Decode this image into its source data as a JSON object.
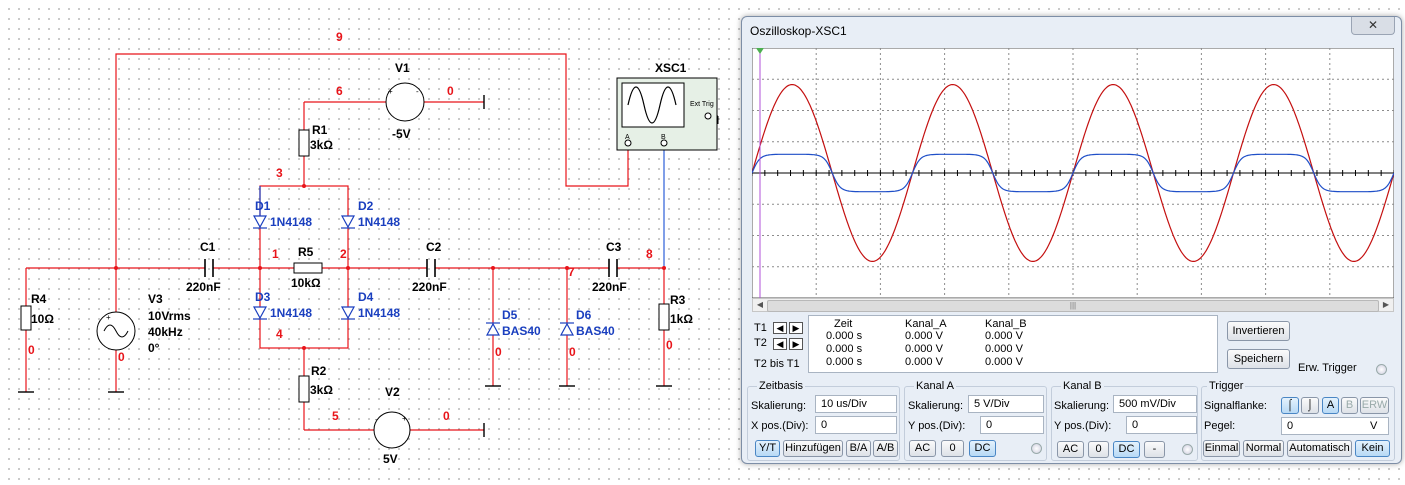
{
  "schematic": {
    "components": {
      "r1": {
        "name": "R1",
        "value": "3kΩ"
      },
      "r2": {
        "name": "R2",
        "value": "3kΩ"
      },
      "r3": {
        "name": "R3",
        "value": "1kΩ"
      },
      "r4": {
        "name": "R4",
        "value": "10Ω"
      },
      "r5": {
        "name": "R5",
        "value": "10kΩ"
      },
      "c1": {
        "name": "C1",
        "value": "220nF"
      },
      "c2": {
        "name": "C2",
        "value": "220nF"
      },
      "c3": {
        "name": "C3",
        "value": "220nF"
      },
      "d1": {
        "name": "D1",
        "value": "1N4148"
      },
      "d2": {
        "name": "D2",
        "value": "1N4148"
      },
      "d3": {
        "name": "D3",
        "value": "1N4148"
      },
      "d4": {
        "name": "D4",
        "value": "1N4148"
      },
      "d5": {
        "name": "D5",
        "value": "BAS40"
      },
      "d6": {
        "name": "D6",
        "value": "BAS40"
      },
      "v1": {
        "name": "V1",
        "value": "-5V"
      },
      "v2": {
        "name": "V2",
        "value": "5V"
      },
      "v3": {
        "name": "V3",
        "line1": "10Vrms",
        "line2": "40kHz",
        "line3": "0°"
      },
      "xsc1": {
        "name": "XSC1",
        "ext_trig": "Ext Trig",
        "ch_a": "A",
        "ch_b": "B"
      }
    },
    "nets": {
      "n9": "9",
      "n6": "6",
      "n0_v1": "0",
      "n3": "3",
      "n1": "1",
      "n2": "2",
      "n4": "4",
      "n5": "5",
      "n0_v2": "0",
      "n7": "7",
      "n8": "8",
      "n0_r4": "0",
      "n0_v3": "0",
      "n0_d5": "0",
      "n0_d6": "0",
      "n0_r3": "0"
    },
    "colors": {
      "wire": "#e8141a",
      "probe_b": "#2a5fd8",
      "diode": "#1a3fbf"
    }
  },
  "oscilloscope": {
    "title": "Oszilloskop-XSC1",
    "close_glyph": "✕",
    "colors": {
      "channel_a": "#c41010",
      "channel_b": "#1f4fc8",
      "screen_bg": "#ffffff",
      "grid": "#8c8c8c"
    },
    "trace_a": {
      "amplitude_divisions": 2.83,
      "period_us": 25,
      "scale_v_per_div": 5
    },
    "trace_b": {
      "clip_level_divisions": 0.6,
      "scale_mv_per_div": 500
    },
    "screen_divisions": {
      "x": 10,
      "y": 8
    },
    "cursor_table": {
      "t1": "T1",
      "t2": "T2",
      "t2_t1": "T2 bis T1",
      "headers": [
        "Zeit",
        "Kanal_A",
        "Kanal_B"
      ],
      "rows": [
        [
          "0.000 s",
          "0.000 V",
          "0.000 V"
        ],
        [
          "0.000 s",
          "0.000 V",
          "0.000 V"
        ],
        [
          "0.000 s",
          "0.000 V",
          "0.000 V"
        ]
      ]
    },
    "invert_button": "Invertieren",
    "save_button": "Speichern",
    "ext_trigger_label": "Erw. Trigger",
    "timebase": {
      "title": "Zeitbasis",
      "scale_label": "Skalierung:",
      "scale_value": "10 us/Div",
      "xpos_label": "X pos.(Div):",
      "xpos_value": "0",
      "buttons": [
        "Y/T",
        "Hinzufügen",
        "B/A",
        "A/B"
      ]
    },
    "channel_a": {
      "title": "Kanal A",
      "scale_label": "Skalierung:",
      "scale_value": "5  V/Div",
      "ypos_label": "Y pos.(Div):",
      "ypos_value": "0",
      "buttons": [
        "AC",
        "0",
        "DC"
      ]
    },
    "channel_b": {
      "title": "Kanal B",
      "scale_label": "Skalierung:",
      "scale_value": "500 mV/Div",
      "ypos_label": "Y pos.(Div):",
      "ypos_value": "0",
      "buttons": [
        "AC",
        "0",
        "DC",
        "-"
      ]
    },
    "trigger": {
      "title": "Trigger",
      "edge_label": "Signalflanke:",
      "level_label": "Pegel:",
      "level_value": "0",
      "level_unit": "V",
      "edge_buttons": [
        "A",
        "B",
        "ERW"
      ],
      "mode_buttons": [
        "Einmal",
        "Normal",
        "Automatisch",
        "Kein"
      ]
    }
  }
}
